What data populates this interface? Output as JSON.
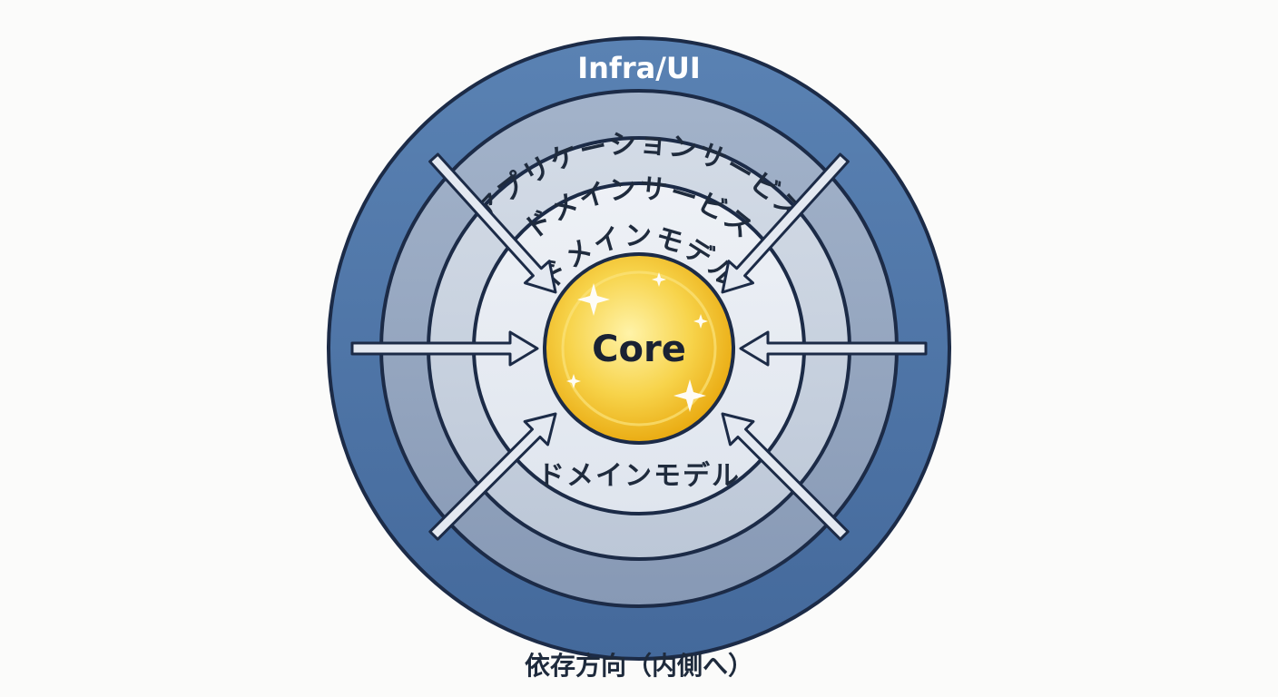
{
  "diagram": {
    "layers": {
      "outer": "Infra/UI",
      "application": "アプリケーションサービス",
      "domain_service": "ドメインサービス",
      "domain_model_top": "ドメインモデル",
      "domain_model_bottom": "ドメインモデル",
      "core": "Core"
    },
    "caption": "依存方向（内側へ）",
    "colors": {
      "outer_ring": "#4e76a8",
      "application_ring": "#94a6c0",
      "domain_service_ring": "#c6d0de",
      "domain_model_ring": "#e3e8f0",
      "core_fill": "#f3bf1f",
      "outline": "#1c2b47"
    },
    "arrow_direction": "inward"
  }
}
